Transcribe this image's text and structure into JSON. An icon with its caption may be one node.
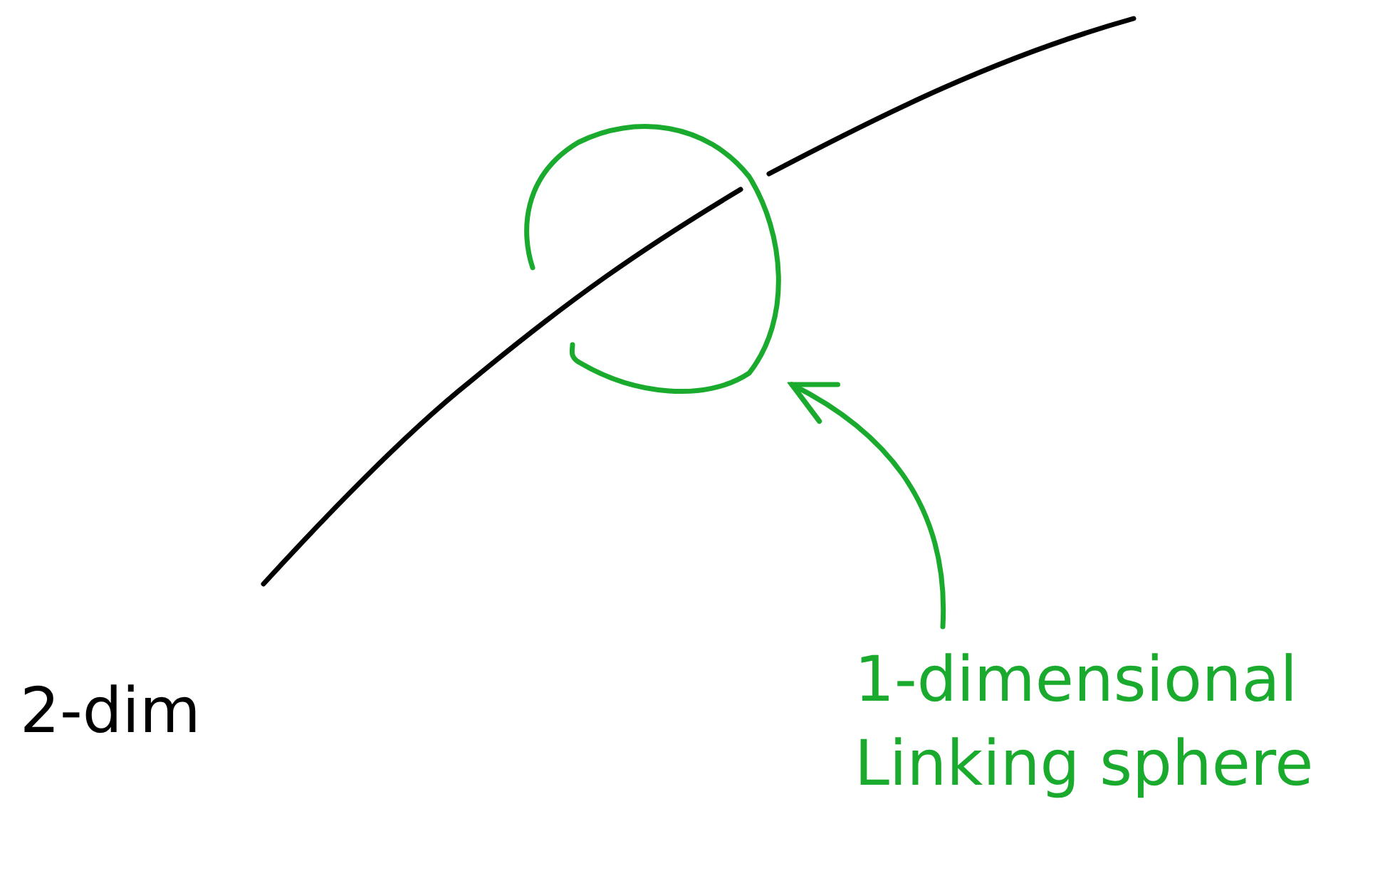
{
  "diagram": {
    "nodes": [
      {
        "text": [
          "1-dimensional Linking sphere"
        ]
      },
      {
        "text": [],
        "shape": "circle"
      }
    ],
    "edges": [
      {
        "from": 0,
        "to": 1,
        "arrow": "to"
      }
    ],
    "labels": [
      "2-dim"
    ]
  }
}
